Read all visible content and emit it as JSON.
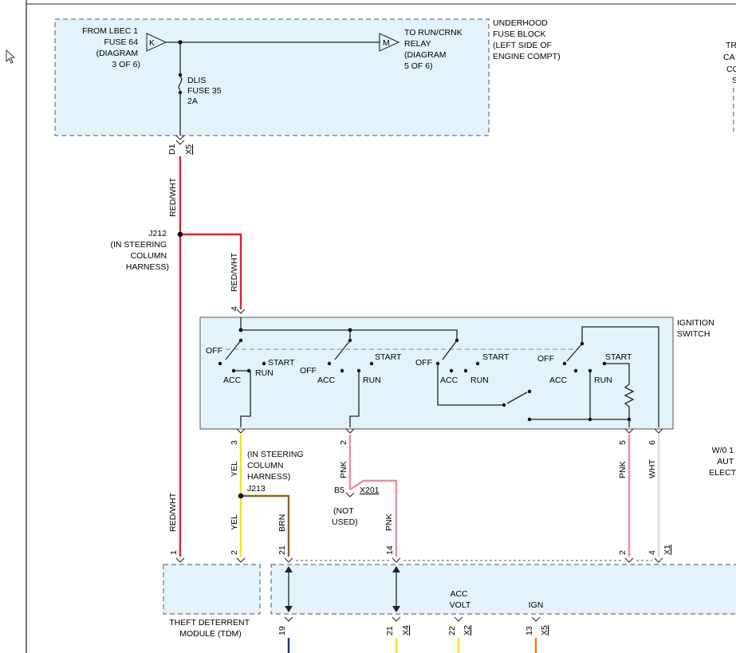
{
  "fuse_block": {
    "source_lines": [
      "FROM LBEC 1",
      "FUSE 64",
      "(DIAGRAM",
      "3 OF 6)"
    ],
    "source_pin": "K",
    "dest_lines": [
      "TO RUN/CRNK",
      "RELAY",
      "(DIAGRAM",
      "5 OF 6)"
    ],
    "dest_pin": "M",
    "fuse_lines": [
      "DLIS",
      "FUSE 35",
      "2A"
    ],
    "title_lines": [
      "UNDERHOOD",
      "FUSE BLOCK",
      "(LEFT SIDE OF",
      "ENGINE COMPT)"
    ],
    "out_pin": "D1",
    "out_connector": "X5"
  },
  "right_edge_partial": {
    "lines": [
      "TR",
      "CA",
      "CO",
      "S"
    ],
    "bottom_lines": [
      "W/0 1",
      "AUT",
      "ELECT"
    ]
  },
  "wires": {
    "red_wht_1": "RED/WHT",
    "red_wht_2": "RED/WHT",
    "red_wht_3": "RED/WHT",
    "yel_1": "YEL",
    "yel_2": "YEL",
    "brn": "BRN",
    "pnk_1": "PNK",
    "pnk_2": "PNK",
    "pnk_3": "PNK",
    "wht": "WHT"
  },
  "colors": {
    "red_wht": "#e0202a",
    "yellow": "#f2e600",
    "brown": "#8b6914",
    "pink": "#f08aa0",
    "white_wire": "#d8d8d8",
    "blue": "#1a2ea0",
    "orange": "#f07a10",
    "box_fill": "#e3f3fb"
  },
  "splice_j212": {
    "lines": [
      "J212",
      "(IN STEERING",
      "COLUMN",
      "HARNESS)"
    ]
  },
  "ignition_switch": {
    "title_lines": [
      "IGNITION",
      "SWITCH"
    ],
    "in_pin": "4",
    "labels": {
      "off_1": "OFF",
      "start_1": "START",
      "acc_1": "ACC",
      "run_1": "RUN",
      "off_2": "OFF",
      "start_2": "START",
      "acc_2": "ACC",
      "run_2": "RUN",
      "off_3": "OFF",
      "start_3": "START",
      "acc_3": "ACC",
      "run_3": "RUN",
      "off_4": "OFF",
      "start_4": "START",
      "acc_4": "ACC",
      "run_4": "RUN"
    },
    "out_pins": [
      "3",
      "2",
      "5",
      "6"
    ]
  },
  "splice_j213": {
    "lines": [
      "(IN STEERING",
      "COLUMN",
      "HARNESS)"
    ],
    "name": "J213"
  },
  "x201": {
    "pin": "B5",
    "connector": "X201",
    "note_lines": [
      "(NOT",
      "USED)"
    ]
  },
  "tdm": {
    "title_lines": [
      "THEFT DETERRENT",
      "MODULE (TDM)"
    ],
    "top_pins": [
      "1",
      "2",
      "21",
      "14",
      "2",
      "4"
    ],
    "top_connector": "X1",
    "acc_lines": [
      "ACC",
      "VOLT"
    ],
    "ign_label": "IGN",
    "bottom_pins": [
      "19",
      "21",
      "22",
      "13"
    ],
    "bottom_connectors": [
      "X4",
      "X2",
      "X5"
    ]
  }
}
